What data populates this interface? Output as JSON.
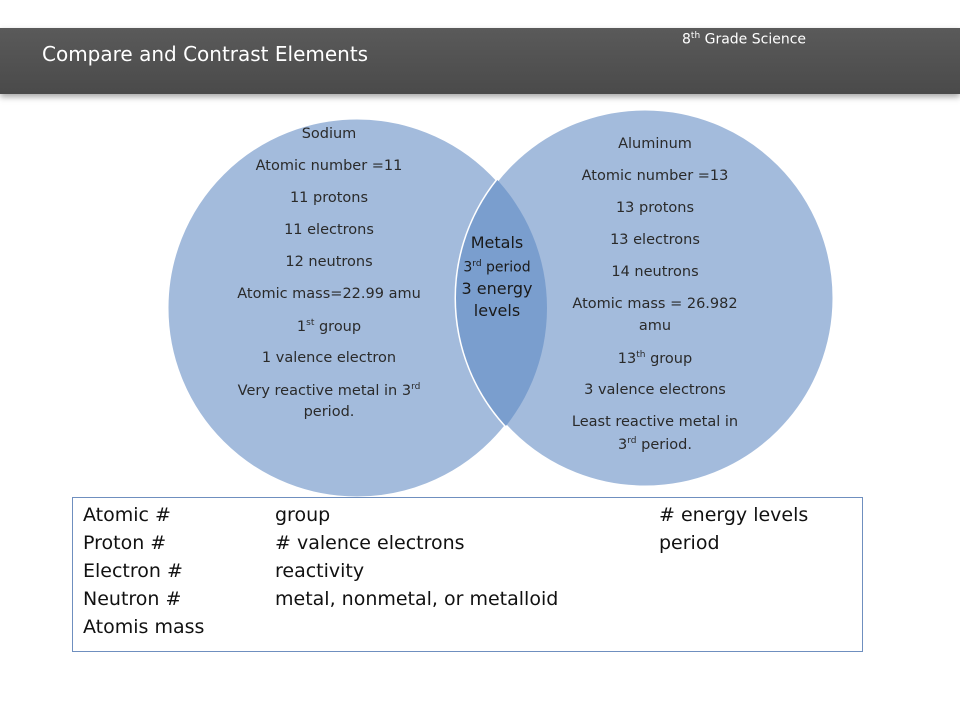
{
  "header": {
    "title": "Compare and Contrast Elements",
    "course_prefix": "8",
    "course_sup": "th",
    "course_suffix": " Grade Science"
  },
  "colors": {
    "header_bg": "#4f4f4f",
    "circle_fill": "#a3bbdc",
    "overlap_fill": "#7a9ece",
    "circle_border": "#ffffff",
    "box_border": "#6f8fbf"
  },
  "sodium": {
    "name": "Sodium",
    "atomic_number": "Atomic number =11",
    "protons": "11 protons",
    "electrons": "11 electrons",
    "neutrons": "12 neutrons",
    "atomic_mass": "Atomic mass=22.99 amu",
    "group_num": "1",
    "group_sup": "st",
    "group_suffix": " group",
    "valence": "1 valence electron",
    "reactivity_a": "Very reactive metal in 3",
    "reactivity_sup": "rd",
    "reactivity_b": "period."
  },
  "aluminum": {
    "name": "Aluminum",
    "atomic_number": "Atomic number =13",
    "protons": "13 protons",
    "electrons": "13 electrons",
    "neutrons": "14 neutrons",
    "atomic_mass_a": "Atomic mass = 26.982",
    "atomic_mass_b": "amu",
    "group_num": "13",
    "group_sup": "th",
    "group_suffix": " group",
    "valence": "3 valence electrons",
    "reactivity_a": "Least reactive metal in",
    "reactivity_num": "3",
    "reactivity_sup": "rd",
    "reactivity_b": " period."
  },
  "shared": {
    "category": "Metals",
    "period_num": "3",
    "period_sup": "rd",
    "period_suffix": " period",
    "energy_a": "3 energy",
    "energy_b": "levels"
  },
  "criteria": {
    "col1": [
      "Atomic #",
      "Proton #",
      "Electron #",
      "Neutron #",
      "Atomis mass"
    ],
    "col2": [
      "group",
      "# valence electrons",
      "reactivity",
      "metal, nonmetal, or metalloid"
    ],
    "col3": [
      "# energy levels",
      "period"
    ]
  }
}
